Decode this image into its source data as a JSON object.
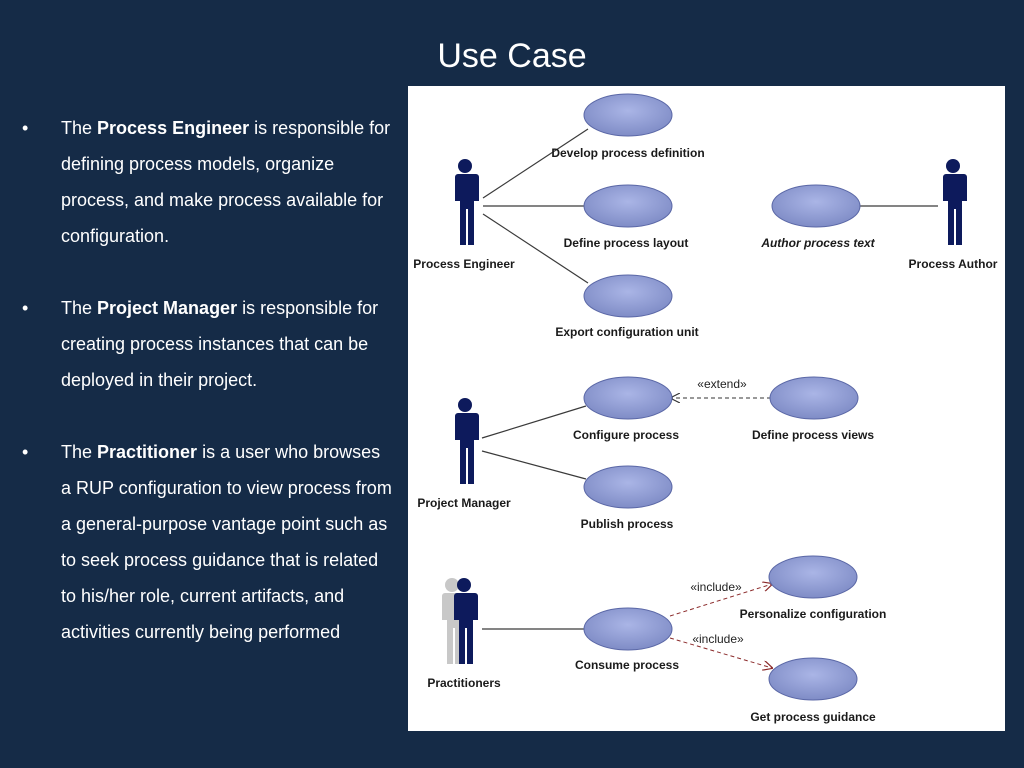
{
  "slide": {
    "title": "Use Case"
  },
  "bullets": [
    {
      "marker": "•",
      "prefix": "The ",
      "bold": "Process Engineer",
      "suffix": " is responsible for defining process models, organize process, and make process available for configuration."
    },
    {
      "marker": "•",
      "prefix": "The ",
      "bold": "Project Manager",
      "suffix": " is responsible for creating process instances that can be deployed in their project."
    },
    {
      "marker": "•",
      "prefix": "The ",
      "bold": "Practitioner",
      "suffix": " is a user who browses a RUP configuration to view process from a general-purpose vantage point such as to seek process guidance that is related to his/her role, current artifacts, and activities currently being performed"
    }
  ],
  "diagram": {
    "actors": {
      "process_engineer": "Process Engineer",
      "process_author": "Process Author",
      "project_manager": "Project Manager",
      "practitioners": "Practitioners"
    },
    "use_cases": {
      "develop_process_definition": "Develop process definition",
      "define_process_layout": "Define process layout",
      "export_configuration_unit": "Export configuration unit",
      "author_process_text": "Author process text",
      "configure_process": "Configure process",
      "define_process_views": "Define process views",
      "publish_process": "Publish process",
      "consume_process": "Consume process",
      "personalize_configuration": "Personalize configuration",
      "get_process_guidance": "Get process guidance"
    },
    "stereotypes": {
      "extend": "«extend»",
      "include_1": "«include»",
      "include_2": "«include»"
    },
    "colors": {
      "background": "#152b47",
      "actor": "#0d1a5c",
      "use_case_fill": "#8c99cf",
      "use_case_stroke": "#5a67a6",
      "panel": "#ffffff"
    }
  }
}
